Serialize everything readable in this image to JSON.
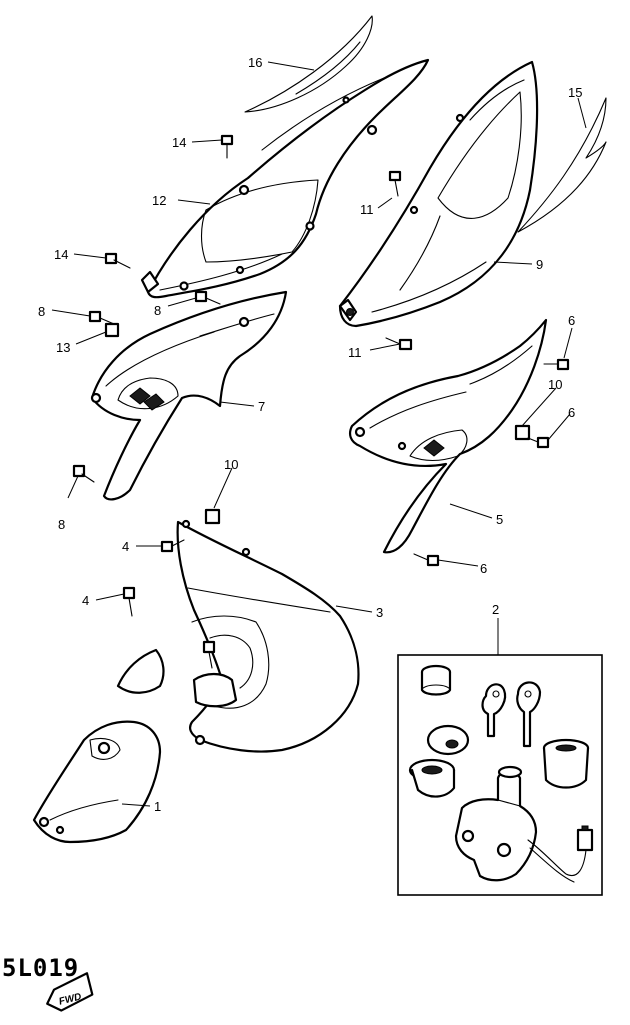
{
  "callouts": [
    {
      "id": "c16",
      "label": "16"
    },
    {
      "id": "c15",
      "label": "15"
    },
    {
      "id": "c14a",
      "label": "14"
    },
    {
      "id": "c12",
      "label": "12"
    },
    {
      "id": "c11a",
      "label": "11"
    },
    {
      "id": "c9",
      "label": "9"
    },
    {
      "id": "c14b",
      "label": "14"
    },
    {
      "id": "c8a",
      "label": "8"
    },
    {
      "id": "c8b",
      "label": "8"
    },
    {
      "id": "c13",
      "label": "13"
    },
    {
      "id": "c11b",
      "label": "11"
    },
    {
      "id": "c6a",
      "label": "6"
    },
    {
      "id": "c7",
      "label": "7"
    },
    {
      "id": "c10a",
      "label": "10"
    },
    {
      "id": "c6b",
      "label": "6"
    },
    {
      "id": "c10b",
      "label": "10"
    },
    {
      "id": "c8c",
      "label": "8"
    },
    {
      "id": "c5",
      "label": "5"
    },
    {
      "id": "c4a",
      "label": "4"
    },
    {
      "id": "c6c",
      "label": "6"
    },
    {
      "id": "c3",
      "label": "3"
    },
    {
      "id": "c2",
      "label": "2"
    },
    {
      "id": "c4b",
      "label": "4"
    },
    {
      "id": "c1",
      "label": "1"
    }
  ],
  "stamp": {
    "code": "5L019"
  },
  "direction_badge": {
    "label": "FWD"
  }
}
